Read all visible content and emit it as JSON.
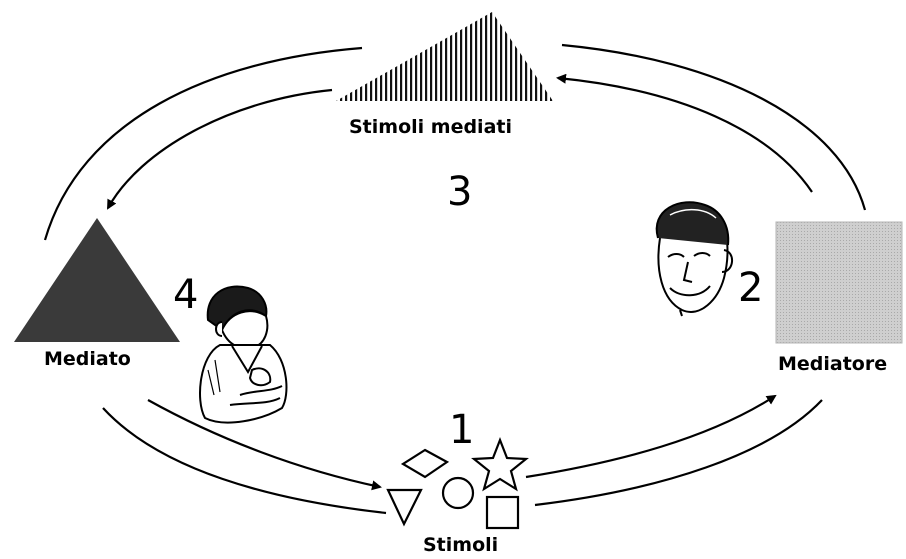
{
  "labels": {
    "stimoli_mediati": "Stimoli mediati",
    "mediato": "Mediato",
    "mediatore": "Mediatore",
    "stimoli": "Stimoli"
  },
  "numbers": {
    "stimoli": "1",
    "mediatore": "2",
    "stimoli_mediati": "3",
    "mediato": "4"
  },
  "colors": {
    "mediato_triangle": "#3a3a3a",
    "mediatore_square": "#c8c8c8",
    "ink": "#000000"
  }
}
